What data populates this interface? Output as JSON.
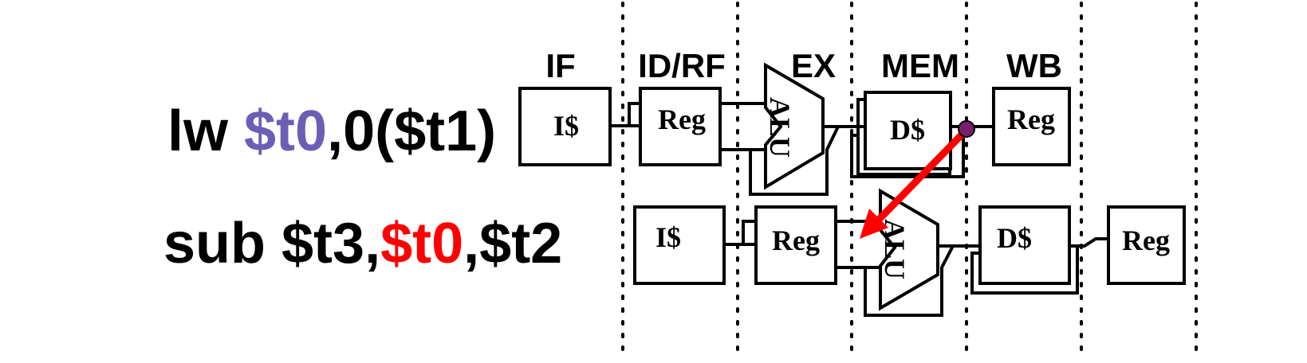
{
  "stages": [
    "IF",
    "ID/RF",
    "EX",
    "MEM",
    "WB"
  ],
  "instructions": [
    {
      "parts": [
        {
          "text": "lw ",
          "color": "#000000"
        },
        {
          "text": "$t0",
          "color": "#6b5fb5"
        },
        {
          "text": ",0($t1)",
          "color": "#000000"
        }
      ]
    },
    {
      "parts": [
        {
          "text": "sub $t3,",
          "color": "#000000"
        },
        {
          "text": "$t0",
          "color": "#ff0000"
        },
        {
          "text": ",$t2",
          "color": "#000000"
        }
      ]
    }
  ],
  "units": {
    "icache": "I$",
    "reg": "Reg",
    "alu": "ALU",
    "dcache": "D$"
  },
  "colors": {
    "forward_arrow": "#ff0000",
    "forward_dot": "#7a1f6e",
    "dest_reg": "#6b5fb5",
    "hazard_reg": "#ff0000"
  },
  "forwarding": {
    "from": "MEM (lw)",
    "to": "EX (sub)"
  }
}
